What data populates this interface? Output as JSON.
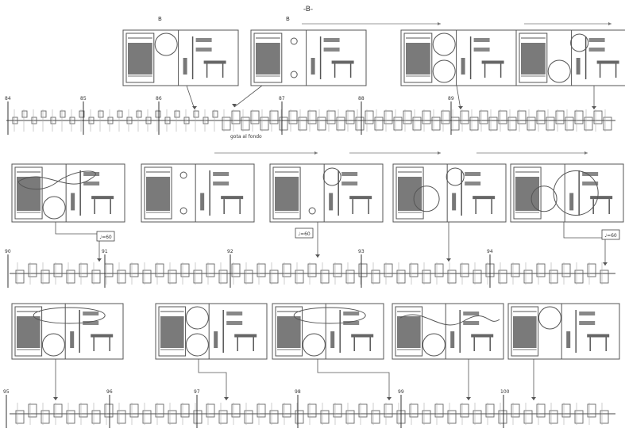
{
  "header_mark": "-B-",
  "panel_rows": [
    {
      "panels": [
        {
          "label": "B",
          "circles": [
            "top"
          ],
          "arrows": [
            "down"
          ]
        },
        {
          "label": "B",
          "circles": [
            "small-top",
            "small-bottom"
          ],
          "arrows": []
        },
        {
          "label": "",
          "circles": [
            "top",
            "bottom"
          ],
          "arrows": [
            "right-in"
          ]
        },
        {
          "label": "",
          "circles": [
            "top-right",
            "bottom"
          ],
          "arrows": [
            "right-in"
          ]
        }
      ]
    },
    {
      "panels": [
        {
          "label": "",
          "circles": [
            "loop",
            "bottom"
          ],
          "arrows": []
        },
        {
          "label": "",
          "circles": [
            "small-top",
            "small-bottom"
          ],
          "arrows": []
        },
        {
          "label": "",
          "circles": [
            "top-right",
            "bottom-small"
          ],
          "arrows": []
        },
        {
          "label": "",
          "circles": [
            "top-right",
            "left"
          ],
          "arrows": []
        },
        {
          "label": "",
          "circles": [
            "big",
            "left"
          ],
          "arrows": []
        }
      ]
    },
    {
      "panels": [
        {
          "label": "",
          "circles": [
            "oval",
            "bottom"
          ],
          "arrows": []
        },
        {
          "label": "",
          "circles": [
            "top",
            "bottom"
          ],
          "arrows": []
        },
        {
          "label": "",
          "circles": [
            "oval",
            "bottom"
          ],
          "arrows": []
        },
        {
          "label": "",
          "circles": [
            "wave",
            "bottom"
          ],
          "arrows": []
        },
        {
          "label": "",
          "circles": [
            "top"
          ],
          "arrows": []
        }
      ]
    }
  ],
  "staff_rows": [
    {
      "section_marks": [
        "84",
        "85",
        "86",
        "87",
        "88",
        "89"
      ],
      "caption": "gota al fondo"
    },
    {
      "section_marks": [
        "90",
        "91",
        "92",
        "93",
        "94"
      ],
      "caption": ""
    },
    {
      "section_marks": [
        "95",
        "96",
        "97",
        "98",
        "99",
        "100"
      ],
      "caption": ""
    }
  ],
  "callouts": [
    "♩=60",
    "♩=60",
    "♩=60"
  ]
}
